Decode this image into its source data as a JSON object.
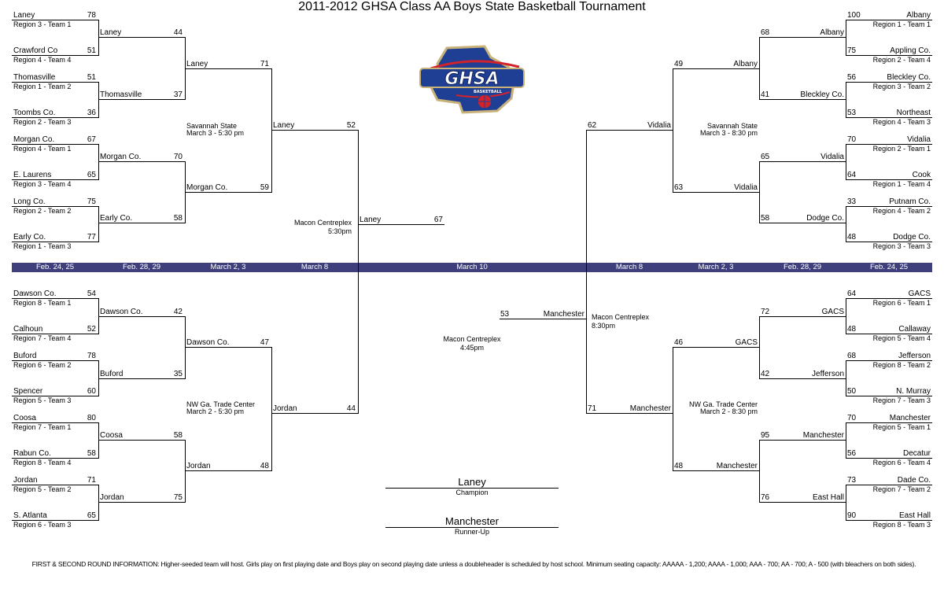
{
  "title": "2011-2012 GHSA Class AA Boys State Basketball Tournament",
  "logo": {
    "text": "GHSA",
    "subtext": "BASKETBALL"
  },
  "colors": {
    "band": "#3f3f7c",
    "logo_blue": "#1f3f95",
    "logo_red": "#d2232a",
    "logo_gold": "#c9b27a"
  },
  "round_dates": {
    "left": [
      "Feb. 24, 25",
      "Feb. 28, 29",
      "March 2, 3",
      "March 8"
    ],
    "center": "March 10",
    "right": [
      "March 8",
      "March 2, 3",
      "Feb. 28, 29",
      "Feb. 24, 25"
    ]
  },
  "brackets": {
    "left_top": {
      "r1": [
        {
          "team": "Laney",
          "region": "Region 3 - Team 1",
          "score": "78"
        },
        {
          "team": "Crawford Co",
          "region": "Region 4 - Team 4",
          "score": "51"
        },
        {
          "team": "Thomasville",
          "region": "Region 1 - Team 2",
          "score": "51"
        },
        {
          "team": "Toombs Co.",
          "region": "Region 2 - Team 3",
          "score": "36"
        },
        {
          "team": "Morgan Co.",
          "region": "Region 4 - Team 1",
          "score": "67"
        },
        {
          "team": "E. Laurens",
          "region": "Region 3 - Team 4",
          "score": "65"
        },
        {
          "team": "Long Co.",
          "region": "Region 2 - Team 2",
          "score": "75"
        },
        {
          "team": "Early Co.",
          "region": "Region 1 - Team 3",
          "score": "77"
        }
      ],
      "r2": [
        {
          "team": "Laney",
          "score": "44"
        },
        {
          "team": "Thomasville",
          "score": "37"
        },
        {
          "team": "Morgan Co.",
          "score": "70"
        },
        {
          "team": "Early Co.",
          "score": "58"
        }
      ],
      "r3": [
        {
          "team": "Laney",
          "score": "71"
        },
        {
          "team": "Morgan Co.",
          "score": "59"
        }
      ],
      "r4": [
        {
          "team": "Laney",
          "score": "52"
        }
      ]
    },
    "left_bottom": {
      "r1": [
        {
          "team": "Dawson Co.",
          "region": "Region 8 - Team 1",
          "score": "54"
        },
        {
          "team": "Calhoun",
          "region": "Region 7 - Team 4",
          "score": "52"
        },
        {
          "team": "Buford",
          "region": "Region 6 - Team 2",
          "score": "78"
        },
        {
          "team": "Spencer",
          "region": "Region 5 - Team 3",
          "score": "60"
        },
        {
          "team": "Coosa",
          "region": "Region 7 - Team 1",
          "score": "80"
        },
        {
          "team": "Rabun Co.",
          "region": "Region 8 - Team 4",
          "score": "58"
        },
        {
          "team": "Jordan",
          "region": "Region 5 - Team 2",
          "score": "71"
        },
        {
          "team": "S. Atlanta",
          "region": "Region 6 - Team 3",
          "score": "65"
        }
      ],
      "r2": [
        {
          "team": "Dawson Co.",
          "score": "42"
        },
        {
          "team": "Buford",
          "score": "35"
        },
        {
          "team": "Coosa",
          "score": "58"
        },
        {
          "team": "Jordan",
          "score": "75"
        }
      ],
      "r3": [
        {
          "team": "Dawson Co.",
          "score": "47"
        },
        {
          "team": "Jordan",
          "score": "48"
        }
      ],
      "r4": [
        {
          "team": "Jordan",
          "score": "44"
        }
      ]
    },
    "right_top": {
      "r1": [
        {
          "team": "Albany",
          "region": "Region 1 - Team 1",
          "score": "100"
        },
        {
          "team": "Appling Co.",
          "region": "Region 2 - Team 4",
          "score": "75"
        },
        {
          "team": "Bleckley Co.",
          "region": "Region 3 - Team 2",
          "score": "56"
        },
        {
          "team": "Northeast",
          "region": "Region 4 - Team 3",
          "score": "53"
        },
        {
          "team": "Vidalia",
          "region": "Region 2 - Team 1",
          "score": "70"
        },
        {
          "team": "Cook",
          "region": "Region 1 - Team 4",
          "score": "64"
        },
        {
          "team": "Putnam Co.",
          "region": "Region 4 - Team 2",
          "score": "33"
        },
        {
          "team": "Dodge Co.",
          "region": "Region 3 - Team 3",
          "score": "48"
        }
      ],
      "r2": [
        {
          "team": "Albany",
          "score": "68"
        },
        {
          "team": "Bleckley Co.",
          "score": "41"
        },
        {
          "team": "Vidalia",
          "score": "65"
        },
        {
          "team": "Dodge Co.",
          "score": "58"
        }
      ],
      "r3": [
        {
          "team": "Albany",
          "score": "49"
        },
        {
          "team": "Vidalia",
          "score": "63"
        }
      ],
      "r4": [
        {
          "team": "Vidalia",
          "score": "62"
        }
      ]
    },
    "right_bottom": {
      "r1": [
        {
          "team": "GACS",
          "region": "Region 6 - Team 1",
          "score": "64"
        },
        {
          "team": "Callaway",
          "region": "Region 5 - Team 4",
          "score": "48"
        },
        {
          "team": "Jefferson",
          "region": "Region 8 - Team 2",
          "score": "68"
        },
        {
          "team": "N. Murray",
          "region": "Region 7 - Team 3",
          "score": "50"
        },
        {
          "team": "Manchester",
          "region": "Region 5 - Team 1",
          "score": "70"
        },
        {
          "team": "Decatur",
          "region": "Region 6 - Team 4",
          "score": "56"
        },
        {
          "team": "Dade Co.",
          "region": "Region 7 - Team 2",
          "score": "73"
        },
        {
          "team": "East Hall",
          "region": "Region 8 - Team 3",
          "score": "90"
        }
      ],
      "r2": [
        {
          "team": "GACS",
          "score": "72"
        },
        {
          "team": "Jefferson",
          "score": "42"
        },
        {
          "team": "Manchester",
          "score": "95"
        },
        {
          "team": "East Hall",
          "score": "76"
        }
      ],
      "r3": [
        {
          "team": "GACS",
          "score": "46"
        },
        {
          "team": "Manchester",
          "score": "48"
        }
      ],
      "r4": [
        {
          "team": "Manchester",
          "score": "71"
        }
      ]
    }
  },
  "final": {
    "left": {
      "team": "Laney",
      "score": "67"
    },
    "right": {
      "team": "Manchester",
      "score": "53"
    }
  },
  "venues": {
    "left_top": [
      "Savannah State",
      "March 3 - 5:30 pm"
    ],
    "right_top": [
      "Savannah State",
      "March 3 - 8:30 pm"
    ],
    "left_bottom": [
      "NW Ga. Trade Center",
      "March 2 - 5:30 pm"
    ],
    "right_bottom": [
      "NW Ga. Trade Center",
      "March 2 - 8:30 pm"
    ],
    "left_semi": [
      "Macon Centreplex",
      "5:30pm"
    ],
    "right_semi": [
      "Macon Centreplex",
      "8:30pm"
    ],
    "final": [
      "Macon Centreplex",
      "4:45pm"
    ]
  },
  "champion": {
    "team": "Laney",
    "label": "Champion"
  },
  "runner_up": {
    "team": "Manchester",
    "label": "Runner-Up"
  },
  "footer": "FIRST & SECOND ROUND INFORMATION: Higher-seeded team will host.  Girls play on first playing date and Boys play on second playing date unless a doubleheader is scheduled by host school.  Minimum seating capacity: AAAAA - 1,200; AAAA - 1,000; AAA - 700; AA - 700; A - 500 (with bleachers on both sides)."
}
